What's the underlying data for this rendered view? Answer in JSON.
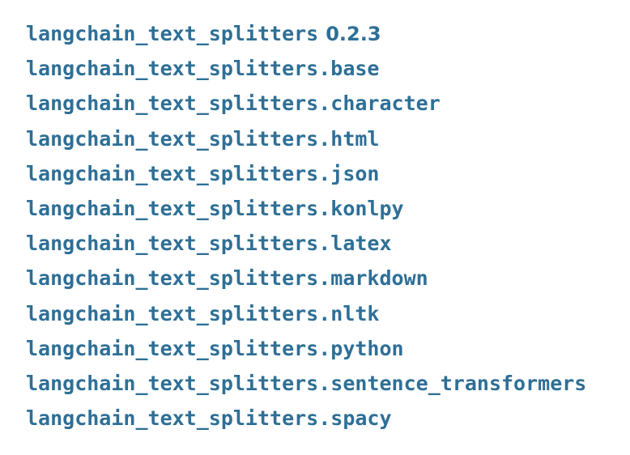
{
  "colors": {
    "link_blue": "#2e6f96",
    "background": "#ffffff"
  },
  "header": {
    "package_name": "langchain_text_splitters",
    "version": "0.2.3"
  },
  "modules": [
    "langchain_text_splitters.base",
    "langchain_text_splitters.character",
    "langchain_text_splitters.html",
    "langchain_text_splitters.json",
    "langchain_text_splitters.konlpy",
    "langchain_text_splitters.latex",
    "langchain_text_splitters.markdown",
    "langchain_text_splitters.nltk",
    "langchain_text_splitters.python",
    "langchain_text_splitters.sentence_transformers",
    "langchain_text_splitters.spacy"
  ]
}
